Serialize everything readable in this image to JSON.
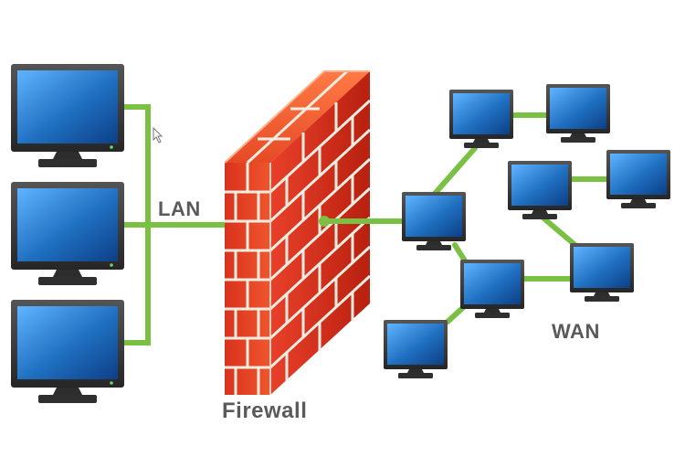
{
  "labels": {
    "lan": "LAN",
    "wan": "WAN",
    "firewall": "Firewall"
  },
  "colors": {
    "link": "#7ac143",
    "label": "#5a5a5a",
    "monitor_frame": "#3d3d3d",
    "screen": "#1f6fc0",
    "brick": "#e63a1f",
    "mortar": "#f0ead8"
  },
  "nodes": {
    "lan_computers": 3,
    "wan_computers": 8
  }
}
